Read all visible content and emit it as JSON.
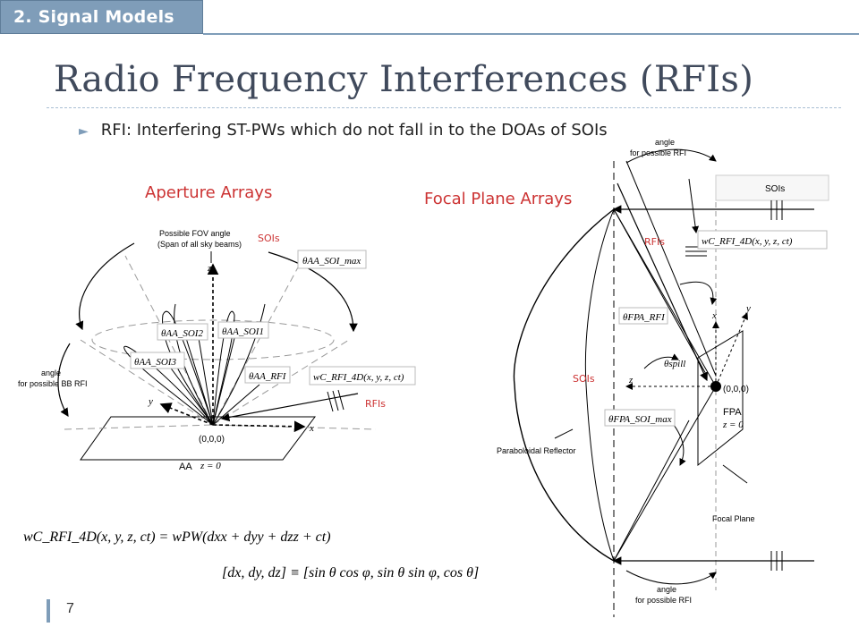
{
  "header": {
    "section": "2.   Signal Models"
  },
  "title": "Radio Frequency Interferences (RFIs)",
  "bullet": "RFI:  Interfering ST-PWs which do not fall in to the DOAs of SOIs",
  "page_number": "7",
  "aperture": {
    "heading": "Aperture Arrays",
    "fov_label_1": "Possible FOV angle",
    "fov_label_2": "(Span of all sky beams)",
    "sois": "SOIs",
    "rfis": "RFIs",
    "theta_soi_max": "θAA_SOI_max",
    "theta_soi2": "θAA_SOI2",
    "theta_soi1": "θAA_SOI1",
    "theta_soi3": "θAA_SOI3",
    "theta_rfi": "θAA_RFI",
    "w_rfi": "wC_RFI_4D(x, y, z, ct)",
    "bb_angle_1": "angle",
    "bb_angle_2": "for possible BB RFI",
    "z_axis": "z",
    "y_axis": "y",
    "x_axis": "x",
    "origin": "(0,0,0)",
    "aa": "AA",
    "aa_z": "z = 0"
  },
  "focal": {
    "heading": "Focal Plane Arrays",
    "angle_rfi_1": "angle",
    "angle_rfi_2": "for possible RFI",
    "sois_box": "SOIs",
    "rfis": "RFIs",
    "sois": "SOIs",
    "w_rfi": "wC_RFI_4D(x, y, z, ct)",
    "theta_fpa_rfi": "θFPA_RFI",
    "theta_spill": "θspill",
    "theta_fpa_soi_max": "θFPA_SOI_max",
    "x_axis": "x",
    "y_axis": "y",
    "z_axis": "z",
    "origin": "(0,0,0)",
    "fpa": "FPA",
    "fpa_z": "z = 0",
    "reflector": "Paraboloidal Reflector",
    "focal_plane": "Focal Plane",
    "bottom_angle_1": "angle",
    "bottom_angle_2": "for possible RFI"
  },
  "equations": {
    "eq1": "wC_RFI_4D(x, y, z, ct) = wPW(dxx + dyy + dzz + ct)",
    "eq2": "[dx, dy, dz] ≡ [sin θ cos φ, sin θ sin φ, cos θ]"
  },
  "colors": {
    "accent": "#7f9db9",
    "title": "#404a5c",
    "label_red": "#cc3333"
  }
}
